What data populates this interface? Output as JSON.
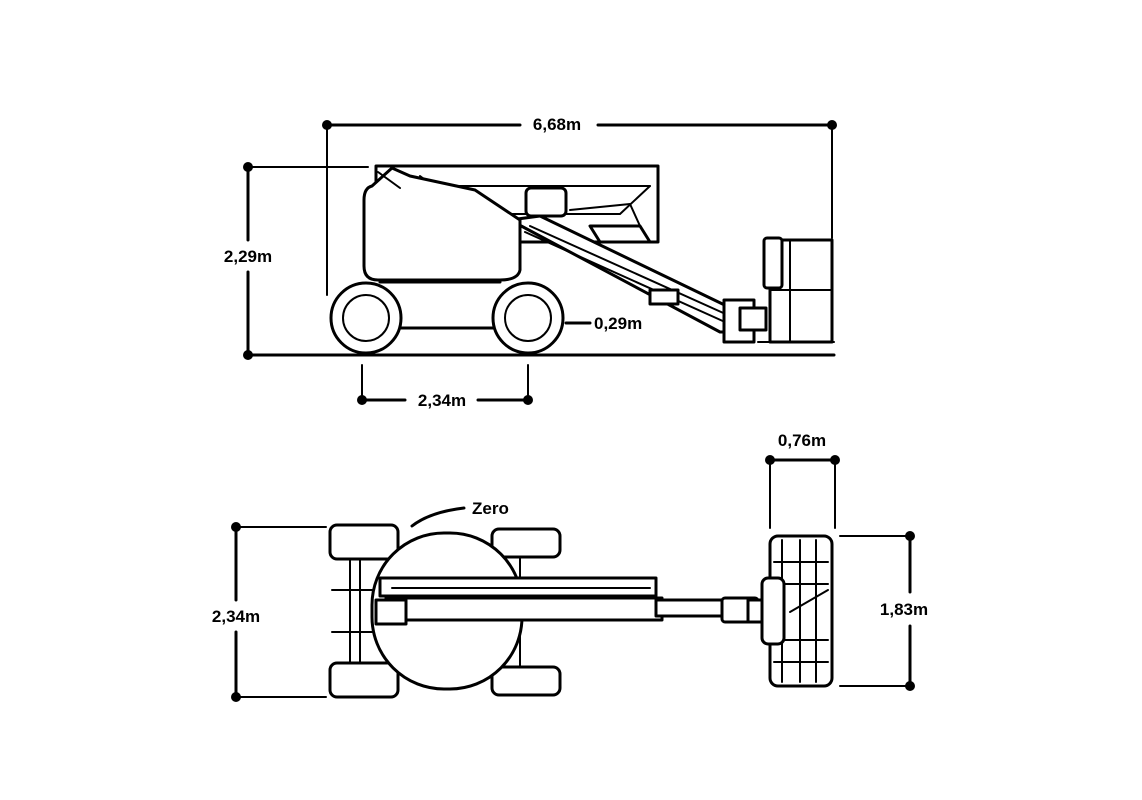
{
  "colors": {
    "ink": "#000000",
    "background": "#ffffff"
  },
  "side_view": {
    "overall_length": "6,68m",
    "stowed_height": "2,29m",
    "ground_clearance": "0,29m",
    "wheelbase": "2,34m"
  },
  "top_view": {
    "platform_depth": "0,76m",
    "tail_swing": "Zero",
    "overall_width": "2,34m",
    "platform_width": "1,83m"
  }
}
